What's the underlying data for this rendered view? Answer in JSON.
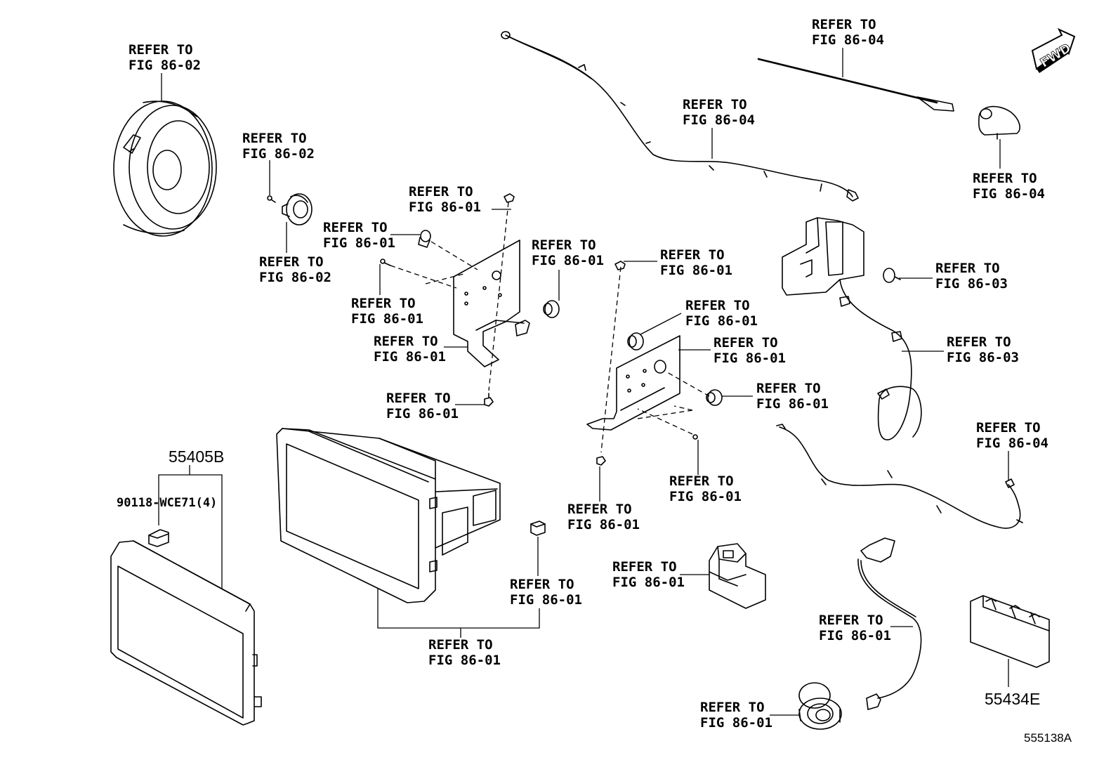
{
  "refs": [
    {
      "id": "speaker",
      "line1": "REFER TO",
      "line2": "FIG 86-02"
    },
    {
      "id": "tweeter-screw",
      "line1": "REFER TO",
      "line2": "FIG 86-02"
    },
    {
      "id": "tweeter",
      "line1": "REFER TO",
      "line2": "FIG 86-02"
    },
    {
      "id": "clip-top",
      "line1": "REFER TO",
      "line2": "FIG 86-01"
    },
    {
      "id": "nut-left",
      "line1": "REFER TO",
      "line2": "FIG 86-01"
    },
    {
      "id": "screw-left",
      "line1": "REFER TO",
      "line2": "FIG 86-01"
    },
    {
      "id": "bracket-left",
      "line1": "REFER TO",
      "line2": "FIG 86-01"
    },
    {
      "id": "screw-left-bottom",
      "line1": "REFER TO",
      "line2": "FIG 86-01"
    },
    {
      "id": "grommet-mid",
      "line1": "REFER TO",
      "line2": "FIG 86-01"
    },
    {
      "id": "clip-right",
      "line1": "REFER TO",
      "line2": "FIG 86-01"
    },
    {
      "id": "grommet-right",
      "line1": "REFER TO",
      "line2": "FIG 86-01"
    },
    {
      "id": "bracket-right",
      "line1": "REFER TO",
      "line2": "FIG 86-01"
    },
    {
      "id": "nut-right",
      "line1": "REFER TO",
      "line2": "FIG 86-01"
    },
    {
      "id": "screw-right",
      "line1": "REFER TO",
      "line2": "FIG 86-01"
    },
    {
      "id": "screw-right-bottom",
      "line1": "REFER TO",
      "line2": "FIG 86-01"
    },
    {
      "id": "clip-unit",
      "line1": "REFER TO",
      "line2": "FIG 86-01"
    },
    {
      "id": "radio-unit",
      "line1": "REFER TO",
      "line2": "FIG 86-01"
    },
    {
      "id": "usb-module",
      "line1": "REFER TO",
      "line2": "FIG 86-01"
    },
    {
      "id": "usb-cable",
      "line1": "REFER TO",
      "line2": "FIG 86-01"
    },
    {
      "id": "aux-jack",
      "line1": "REFER TO",
      "line2": "FIG 86-01"
    },
    {
      "id": "antenna-cord",
      "line1": "REFER TO",
      "line2": "FIG 86-04"
    },
    {
      "id": "antenna-rod",
      "line1": "REFER TO",
      "line2": "FIG 86-04"
    },
    {
      "id": "antenna-base",
      "line1": "REFER TO",
      "line2": "FIG 86-04"
    },
    {
      "id": "camera-screw",
      "line1": "REFER TO",
      "line2": "FIG 86-03"
    },
    {
      "id": "camera-cable",
      "line1": "REFER TO",
      "line2": "FIG 86-03"
    },
    {
      "id": "antenna-cable-2",
      "line1": "REFER TO",
      "line2": "FIG 86-04"
    }
  ],
  "part_numbers": {
    "panel": "55405B",
    "clip_code": "90118-WCE71(4)",
    "pocket": "55434E"
  },
  "fwd_label": "FWD",
  "figure_id": "555138A"
}
